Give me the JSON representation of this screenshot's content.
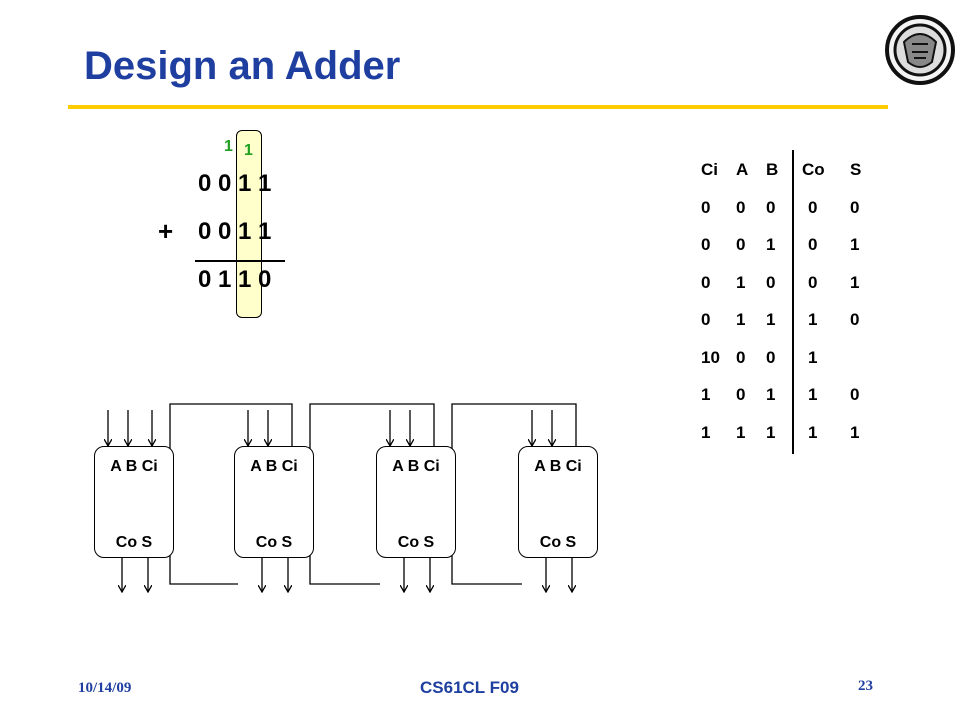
{
  "title": "Design an Adder",
  "addition": {
    "carry_left": "1",
    "carry_right": "1",
    "operand1": "0 0 1 1",
    "plus": "+",
    "operand2": "0 0 1 1",
    "sum": "0 1 1 0"
  },
  "truth_table": {
    "headers": [
      "Ci",
      "A",
      "B",
      "Co",
      "S"
    ],
    "rows": [
      [
        "0",
        "0",
        "0",
        "0",
        "0"
      ],
      [
        "0",
        "0",
        "1",
        "0",
        "1"
      ],
      [
        "0",
        "1",
        "0",
        "0",
        "1"
      ],
      [
        "0",
        "1",
        "1",
        "1",
        "0"
      ],
      [
        "10",
        "0",
        "0",
        "1",
        ""
      ],
      [
        "1",
        "0",
        "1",
        "1",
        "0"
      ],
      [
        "1",
        "1",
        "1",
        "1",
        "1"
      ]
    ]
  },
  "adders": [
    {
      "inputs": "A B Ci",
      "outputs": "Co S"
    },
    {
      "inputs": "A B Ci",
      "outputs": "Co S"
    },
    {
      "inputs": "A B Ci",
      "outputs": "Co S"
    },
    {
      "inputs": "A B Ci",
      "outputs": "Co S"
    }
  ],
  "footer": {
    "date": "10/14/09",
    "course": "CS61CL F09",
    "page": "23"
  },
  "colors": {
    "title": "#1f3fa0",
    "rule": "#ffcc00",
    "carry": "#1fa01f",
    "highlight": "#ffffcc"
  },
  "icons": {
    "logo": "university-seal-icon"
  }
}
